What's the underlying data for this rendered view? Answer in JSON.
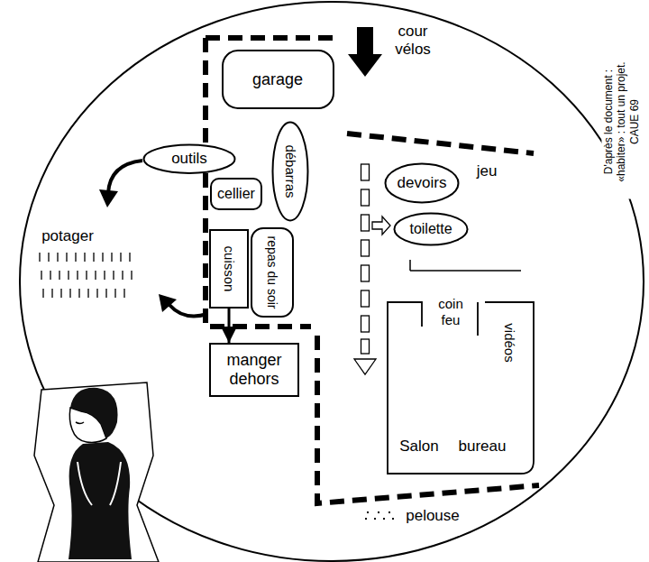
{
  "diagram": {
    "nodes": [
      {
        "text": [
          "garage"
        ]
      },
      {
        "text": [
          "outils"
        ]
      },
      {
        "text": [
          "débarras"
        ]
      },
      {
        "text": [
          "cellier"
        ]
      },
      {
        "text": [
          "cuisson"
        ]
      },
      {
        "text": [
          "repas du soir"
        ]
      },
      {
        "text": [
          "devoirs"
        ]
      },
      {
        "text": [
          "toilette"
        ]
      },
      {
        "text": [
          "manger dehors"
        ]
      }
    ],
    "edges": [
      {
        "from": 4,
        "to": 8,
        "arrow": "to"
      }
    ],
    "labels": [
      "cour vélos",
      "potager",
      "jeu",
      "coin feu",
      "vidéos",
      "Salon",
      "bureau",
      "pelouse",
      "D'après le document : «habiter» : tout un projet. CAUE 69"
    ]
  }
}
